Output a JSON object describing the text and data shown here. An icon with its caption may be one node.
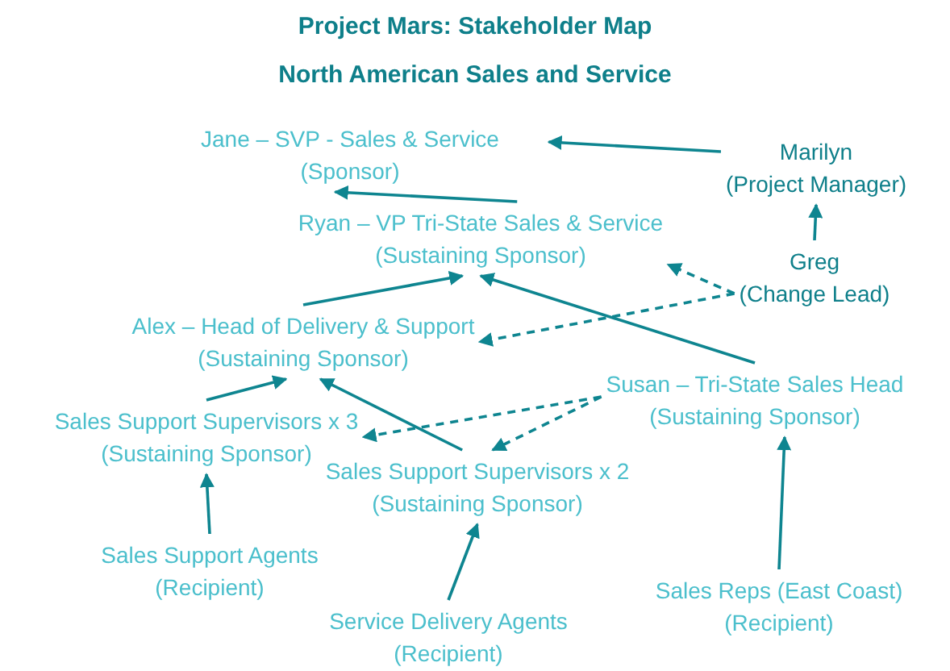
{
  "diagram": {
    "title": "Project Mars: Stakeholder Map",
    "caption": "North American Sales and Service",
    "nodes": [
      {
        "text": [
          "Jane – SVP - Sales & Service",
          "(Sponsor)"
        ]
      },
      {
        "text": [
          "Marilyn",
          "(Project Manager)"
        ]
      },
      {
        "text": [
          "Ryan – VP Tri-State Sales & Service",
          "(Sustaining Sponsor)"
        ]
      },
      {
        "text": [
          "Greg",
          "(Change Lead)"
        ]
      },
      {
        "text": [
          "Alex – Head of Delivery & Support",
          "(Sustaining Sponsor)"
        ]
      },
      {
        "text": [
          "Susan – Tri-State Sales Head",
          "(Sustaining Sponsor)"
        ]
      },
      {
        "text": [
          "Sales Support Supervisors x 3",
          "(Sustaining Sponsor)"
        ]
      },
      {
        "text": [
          "Sales Support Supervisors x 2",
          "(Sustaining Sponsor)"
        ]
      },
      {
        "text": [
          "Sales Support Agents",
          "(Recipient)"
        ]
      },
      {
        "text": [
          "Service Delivery Agents",
          "(Recipient)"
        ]
      },
      {
        "text": [
          "Sales Reps (East Coast)",
          "(Recipient)"
        ]
      }
    ],
    "edges": [
      {
        "from": 1,
        "to": 0,
        "arrow": "to"
      },
      {
        "from": 2,
        "to": 0,
        "arrow": "to"
      },
      {
        "from": 3,
        "to": 1,
        "arrow": "to"
      },
      {
        "from": 3,
        "to": 2,
        "arrow": "to",
        "style": "dashed"
      },
      {
        "from": 3,
        "to": 4,
        "arrow": "to",
        "style": "dashed"
      },
      {
        "from": 4,
        "to": 2,
        "arrow": "to"
      },
      {
        "from": 5,
        "to": 2,
        "arrow": "to"
      },
      {
        "from": 6,
        "to": 4,
        "arrow": "to"
      },
      {
        "from": 7,
        "to": 4,
        "arrow": "to"
      },
      {
        "from": 5,
        "to": 6,
        "arrow": "to",
        "style": "dashed"
      },
      {
        "from": 5,
        "to": 7,
        "arrow": "to",
        "style": "dashed"
      },
      {
        "from": 8,
        "to": 6,
        "arrow": "to"
      },
      {
        "from": 9,
        "to": 7,
        "arrow": "to"
      },
      {
        "from": 10,
        "to": 5,
        "arrow": "to"
      }
    ]
  }
}
